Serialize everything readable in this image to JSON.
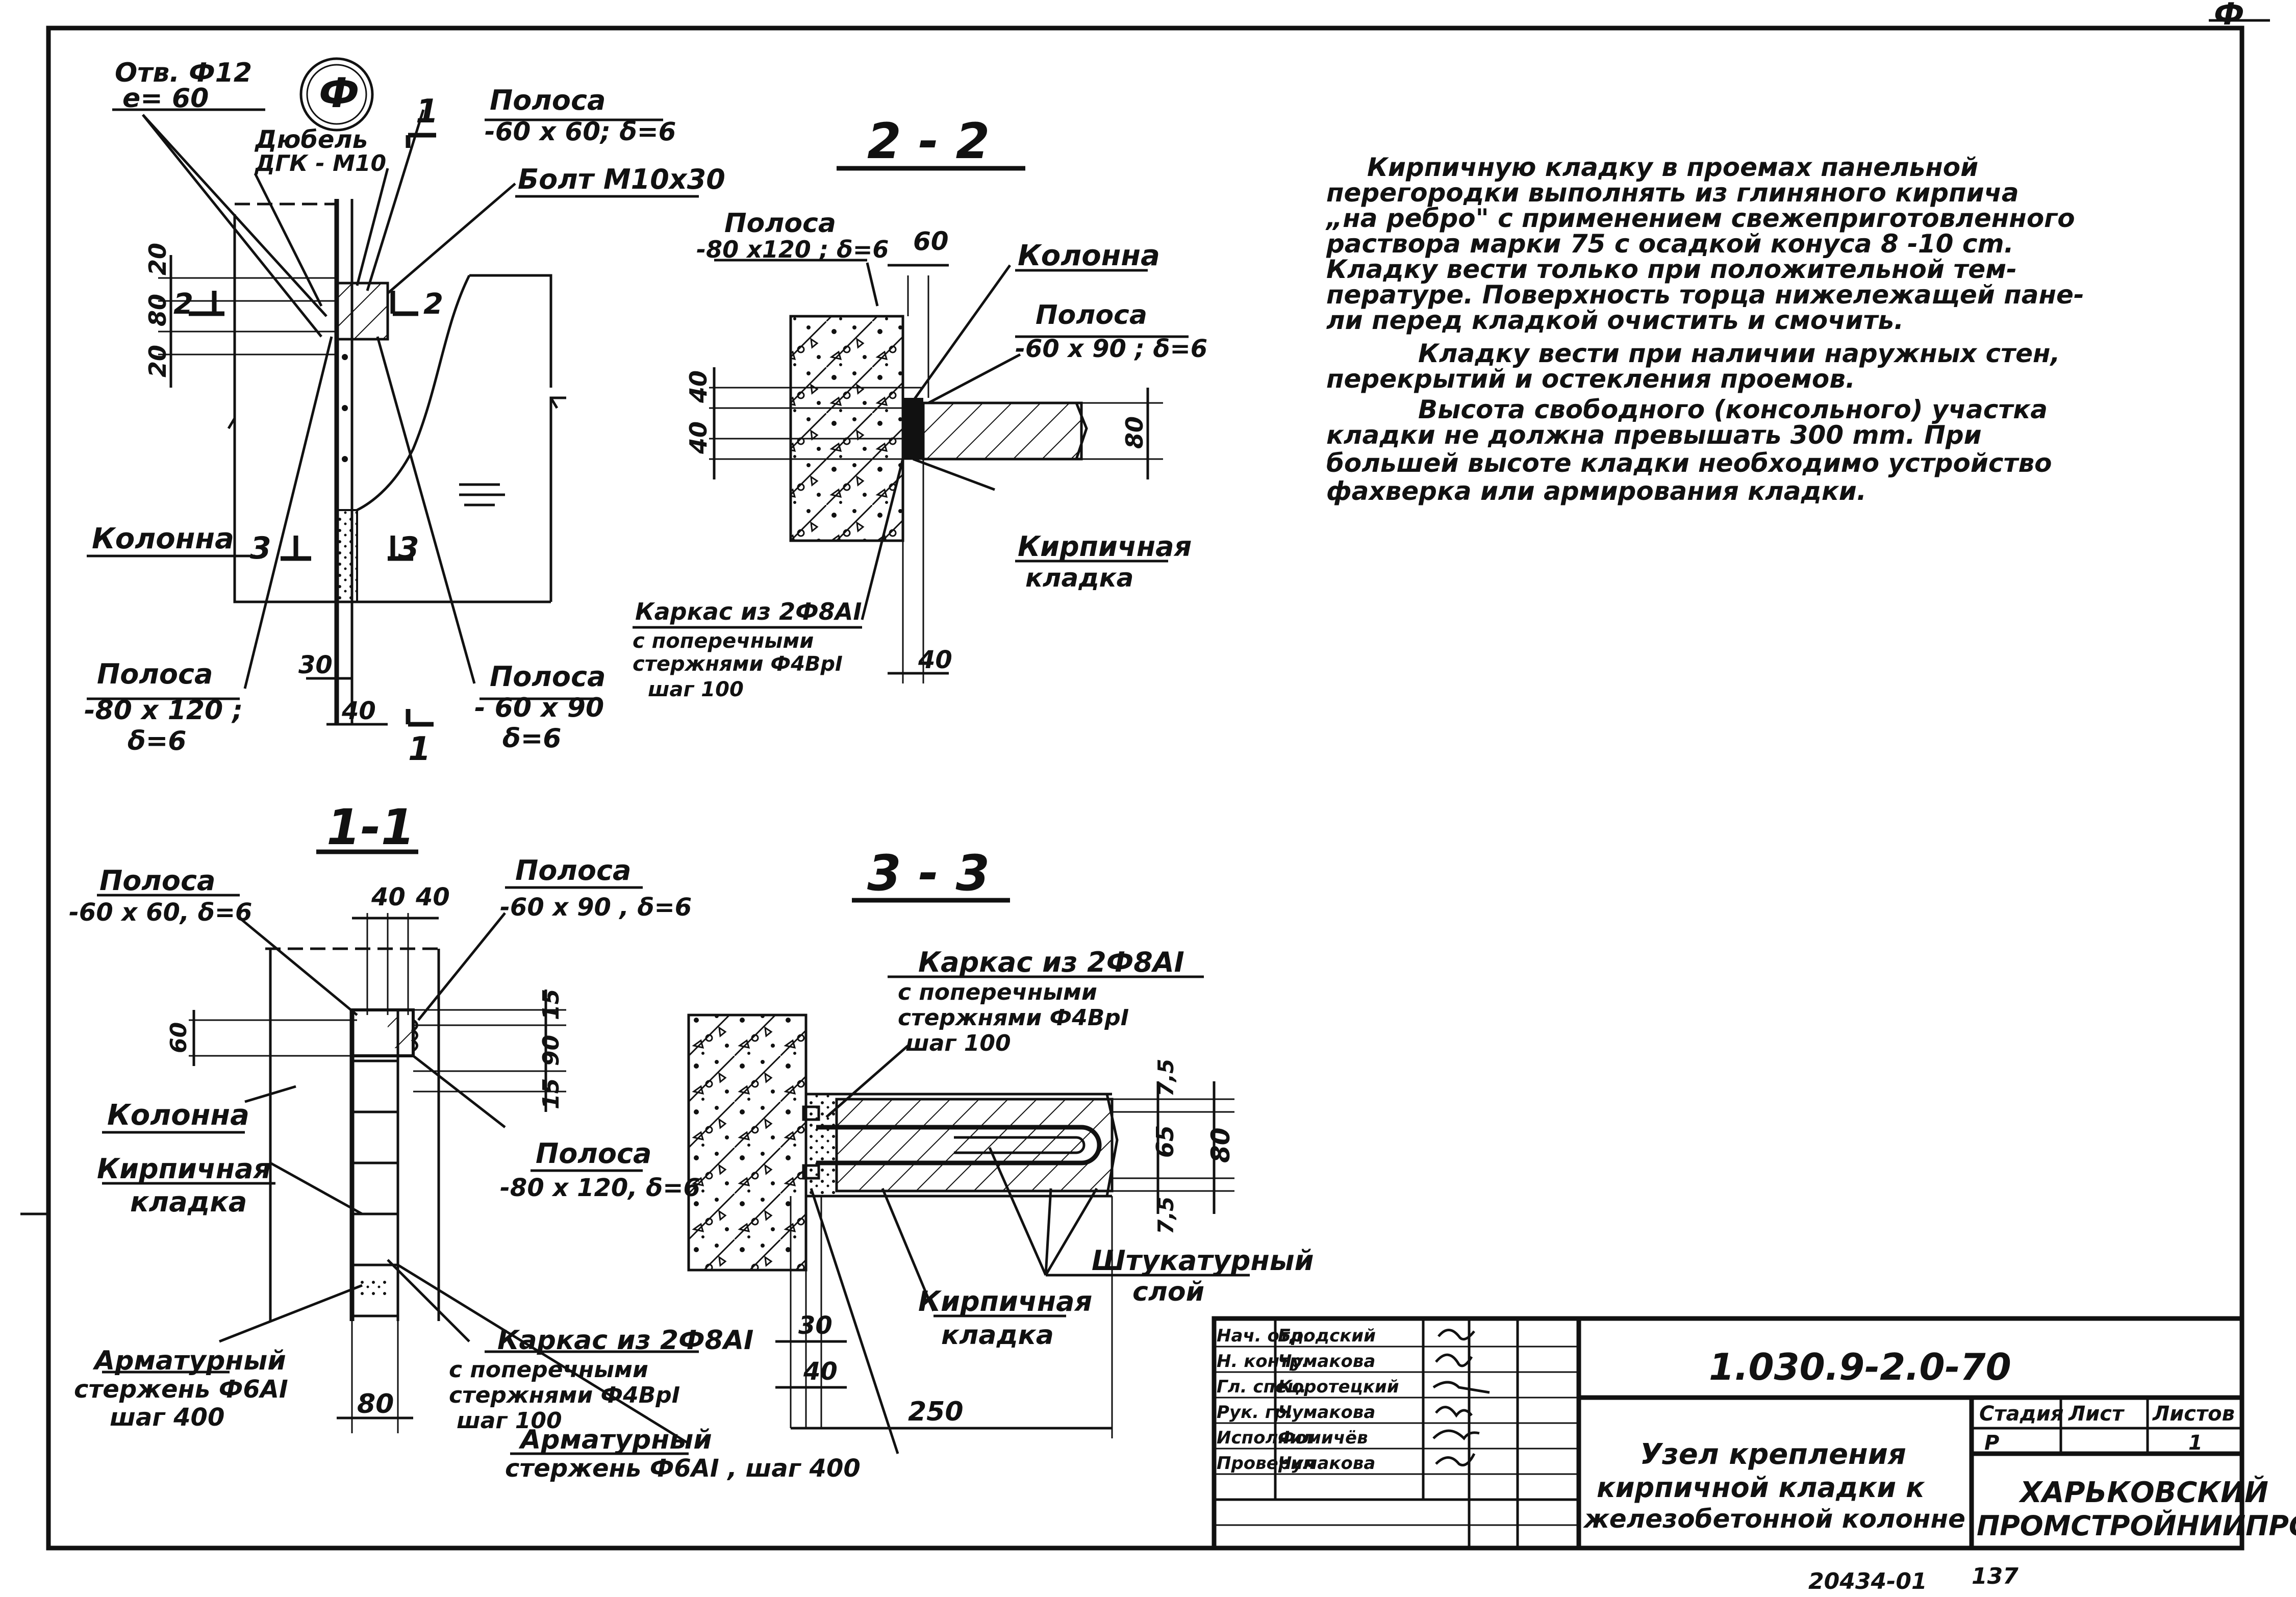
{
  "sheet_mark": "1.030.9-2.0-70",
  "title_lines": [
    "Узел крепления",
    "кирпичной кладки к",
    "железобетонной колонне"
  ],
  "organization_lines": [
    "ХАРЬКОВСКИЙ",
    "ПРОМСТРОЙНИИПРОЕКТ"
  ],
  "stage_headers": {
    "stage": "Стадия",
    "sheet": "Лист",
    "sheets": "Листов"
  },
  "stage_values": {
    "stage": "Р",
    "sheet": "",
    "sheets": "1"
  },
  "signatures": [
    {
      "role": "Нач. отд.",
      "name": "Бродский"
    },
    {
      "role": "Н. контр.",
      "name": "Чумакова"
    },
    {
      "role": "Гл. спец.",
      "name": "Коротецкий"
    },
    {
      "role": "Рук. гр.",
      "name": "Чумакова"
    },
    {
      "role": "Исполнил",
      "name": "Фомичёв"
    },
    {
      "role": "Проверил",
      "name": "Чумакова"
    }
  ],
  "archive_number": "20434-01",
  "page_number": "137",
  "corner_mark": "Ф",
  "notes": [
    "Кирпичную кладку в проемах панельной",
    "перегородки выполнять из глиняного кирпича",
    "„на ребро\" с применением свежеприготовленного",
    "раствора марки 75 с осадкой конуса 8 -10 cm.",
    "Кладку вести только при положительной тем-",
    "пературе. Поверхность торца нижележащей пане-",
    "ли перед кладкой очистить и смочить.",
    "Кладку вести при наличии наружных стен,",
    "перекрытий и остекления проемов.",
    "Высота свободного (консольного) участка",
    "кладки не должна превышать 300 mm. При",
    "большей высоте кладки необходимо устройство",
    "фахверка или армирования кладки."
  ],
  "main_view": {
    "hole_label": "Отв. Ф12",
    "hole_e": "e= 60",
    "dowel_label": "Дюбель",
    "dowel_type": "ДГК - М10",
    "strip_top_label": "Полоса",
    "strip_top_size": "-60 х 60; δ=6",
    "bolt_label": "Болт М10х30",
    "column_label": "Колонна",
    "strip_left_label": "Полоса",
    "strip_left_size1": "-80 х 120 ;",
    "strip_left_size2": "δ=6",
    "strip_right_label": "Полоса",
    "strip_right_size1": "- 60 х 90",
    "strip_right_size2": "δ=6",
    "dims": [
      "20",
      "80",
      "20",
      "30",
      "40"
    ],
    "cut_marks": [
      "1",
      "1",
      "2",
      "2",
      "3",
      "3"
    ]
  },
  "section_2_2": {
    "title": "2 - 2",
    "strip1_label": "Полоса",
    "strip1_size": "-80 х120 ; δ=6",
    "dim_60": "60",
    "column_label": "Колонна",
    "strip2_label": "Полоса",
    "strip2_size": "-60 х 90 ; δ=6",
    "brick_label1": "Кирпичная",
    "brick_label2": "кладка",
    "frame_label1": "Каркас из 2Ф8АI",
    "frame_label2": "с поперечными",
    "frame_label3": "стержнями Ф4ВрI",
    "frame_label4": "шаг 100",
    "dims": [
      "40",
      "40",
      "80",
      "40"
    ]
  },
  "section_1_1": {
    "title": "1-1",
    "strip_a_label": "Полоса",
    "strip_a_size": "-60 х 60, δ=6",
    "strip_b_label": "Полоса",
    "strip_b_size": "-60 х 90 , δ=6",
    "strip_c_label": "Полоса",
    "strip_c_size": "-80 х 120, δ=6",
    "column_label": "Колонна",
    "brick_label1": "Кирпичная",
    "brick_label2": "кладка",
    "rebar_label1": "Арматурный",
    "rebar_label2": "стержень Ф6АI",
    "rebar_label3": "шаг 400",
    "frame_label1": "Каркас из 2Ф8АI",
    "frame_label2": "с поперечными",
    "frame_label3": "стержнями Ф4ВрI",
    "frame_label4": "шаг 100",
    "dims": [
      "40",
      "40",
      "15",
      "90",
      "15",
      "60",
      "80"
    ]
  },
  "section_3_3": {
    "title": "3 - 3",
    "frame_label1": "Каркас из 2Ф8АI",
    "frame_label2": "с поперечными",
    "frame_label3": "стержнями Ф4ВрI",
    "frame_label4": "шаг 100",
    "plaster_label1": "Штукатурный",
    "plaster_label2": "слой",
    "brick_label1": "Кирпичная",
    "brick_label2": "кладка",
    "rebar_label1": "Арматурный",
    "rebar_label2": "стержень Ф6АI , шаг 400",
    "dims": [
      "7,5",
      "65",
      "7,5",
      "80",
      "30",
      "40",
      "250"
    ]
  }
}
